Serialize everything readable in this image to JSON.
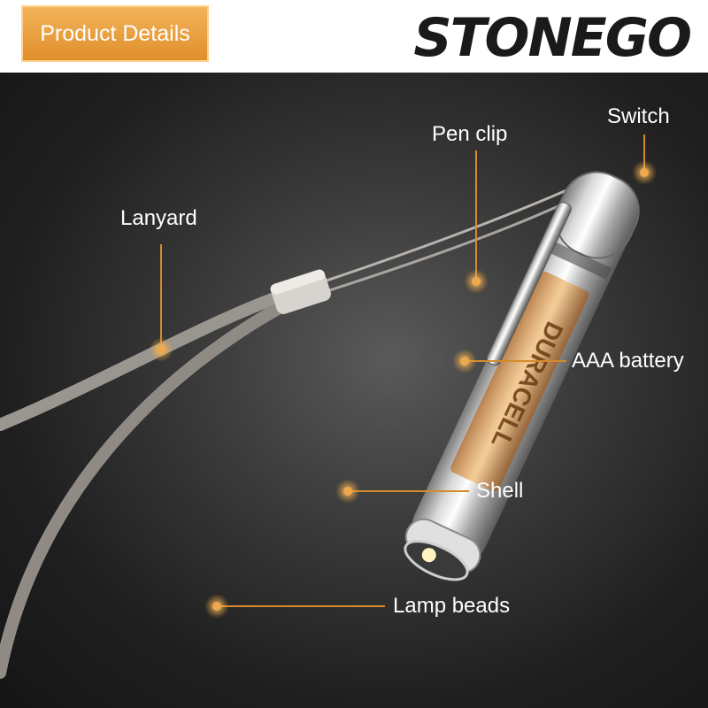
{
  "header": {
    "tag_label": "Product Details",
    "brand": "STONEGO"
  },
  "callouts": {
    "switch": "Switch",
    "pen_clip": "Pen clip",
    "lanyard": "Lanyard",
    "battery": "AAA battery",
    "shell": "Shell",
    "lamp_beads": "Lamp beads"
  },
  "battery_print": "DURACELL",
  "colors": {
    "accent": "#e6962f",
    "background": "#1e1e1e",
    "callout_dot": "#f0a94a"
  }
}
